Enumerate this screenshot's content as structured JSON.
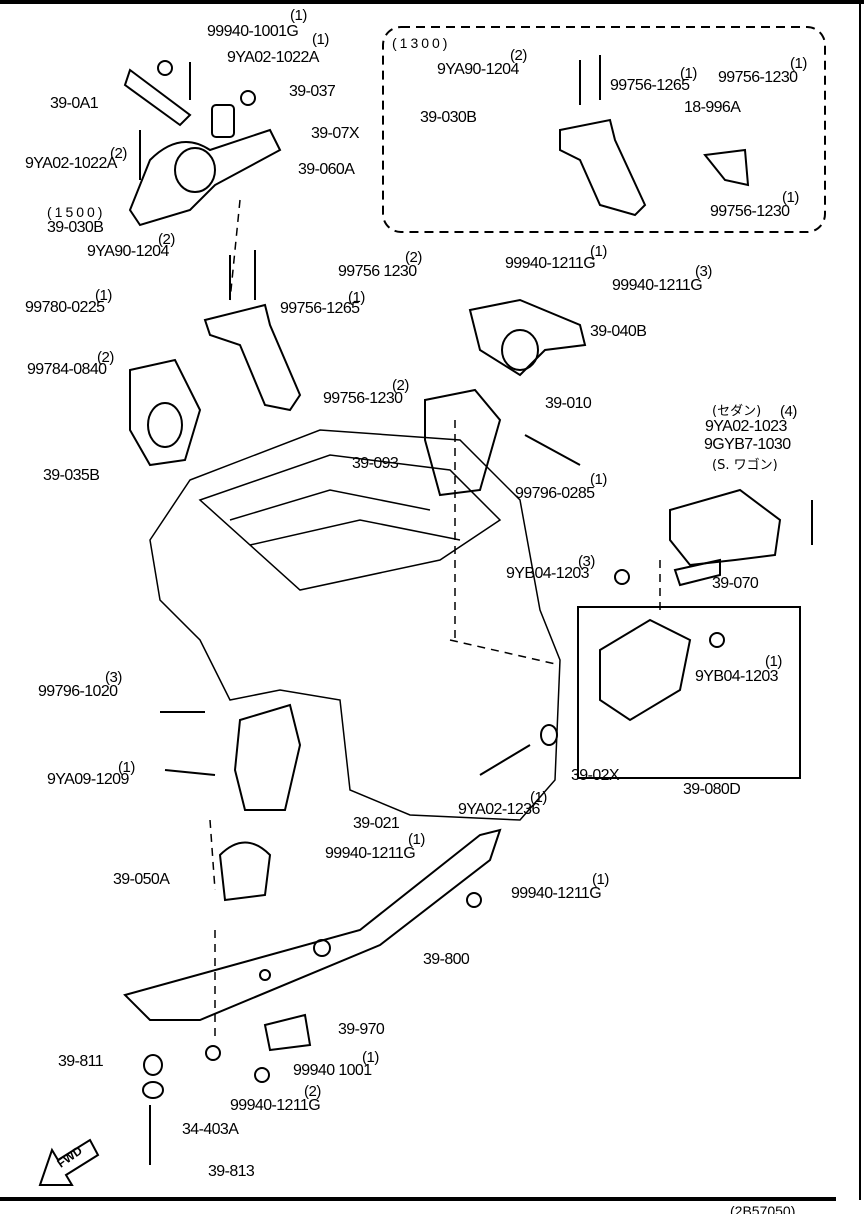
{
  "groups": {
    "g1500": "(1500)",
    "g1300": "(1300)"
  },
  "variants": {
    "sedan": "(セダン)",
    "wagon": "(S. ワゴン)"
  },
  "direction": "FWD",
  "footer": "(2B57050)",
  "parts": [
    {
      "no": "99940-1001G",
      "qty": "(1)"
    },
    {
      "no": "9YA02-1022A",
      "qty": "(1)"
    },
    {
      "no": "39-0A1",
      "qty": ""
    },
    {
      "no": "39-037",
      "qty": ""
    },
    {
      "no": "39-07X",
      "qty": ""
    },
    {
      "no": "9YA02-1022A",
      "qty": "(2)"
    },
    {
      "no": "39-060A",
      "qty": ""
    },
    {
      "no": "39-030B",
      "qty": ""
    },
    {
      "no": "9YA90-1204",
      "qty": "(2)"
    },
    {
      "no": "99756 1230",
      "qty": "(2)"
    },
    {
      "no": "99780-0225",
      "qty": "(1)"
    },
    {
      "no": "99756-1265",
      "qty": "(1)"
    },
    {
      "no": "99784-0840",
      "qty": "(2)"
    },
    {
      "no": "99756-1230",
      "qty": "(2)"
    },
    {
      "no": "39-093",
      "qty": ""
    },
    {
      "no": "39-035B",
      "qty": ""
    },
    {
      "no": "9YA90-1204",
      "qty": "(2)"
    },
    {
      "no": "39-030B",
      "qty": ""
    },
    {
      "no": "99756-1265",
      "qty": "(1)"
    },
    {
      "no": "99756-1230",
      "qty": "(1)"
    },
    {
      "no": "18-996A",
      "qty": ""
    },
    {
      "no": "99756-1230",
      "qty": "(1)"
    },
    {
      "no": "99940-1211G",
      "qty": "(1)"
    },
    {
      "no": "99940-1211G",
      "qty": "(3)"
    },
    {
      "no": "39-040B",
      "qty": ""
    },
    {
      "no": "39-010",
      "qty": ""
    },
    {
      "no": "99796-0285",
      "qty": "(1)"
    },
    {
      "no": "9YA02-1023",
      "qty": "(4)"
    },
    {
      "no": "9GYB7-1030",
      "qty": ""
    },
    {
      "no": "9YB04-1203",
      "qty": "(3)"
    },
    {
      "no": "39-070",
      "qty": ""
    },
    {
      "no": "9YB04-1203",
      "qty": "(1)"
    },
    {
      "no": "99796-1020",
      "qty": "(3)"
    },
    {
      "no": "9YA09-1209",
      "qty": "(1)"
    },
    {
      "no": "39-02X",
      "qty": ""
    },
    {
      "no": "39-080D",
      "qty": ""
    },
    {
      "no": "9YA02-1236",
      "qty": "(1)"
    },
    {
      "no": "39-021",
      "qty": ""
    },
    {
      "no": "99940-1211G",
      "qty": "(1)"
    },
    {
      "no": "39-050A",
      "qty": ""
    },
    {
      "no": "99940-1211G",
      "qty": "(1)"
    },
    {
      "no": "39-800",
      "qty": ""
    },
    {
      "no": "39-970",
      "qty": ""
    },
    {
      "no": "39-811",
      "qty": ""
    },
    {
      "no": "99940 1001",
      "qty": "(1)"
    },
    {
      "no": "99940-1211G",
      "qty": "(2)"
    },
    {
      "no": "34-403A",
      "qty": ""
    },
    {
      "no": "39-813",
      "qty": ""
    }
  ]
}
